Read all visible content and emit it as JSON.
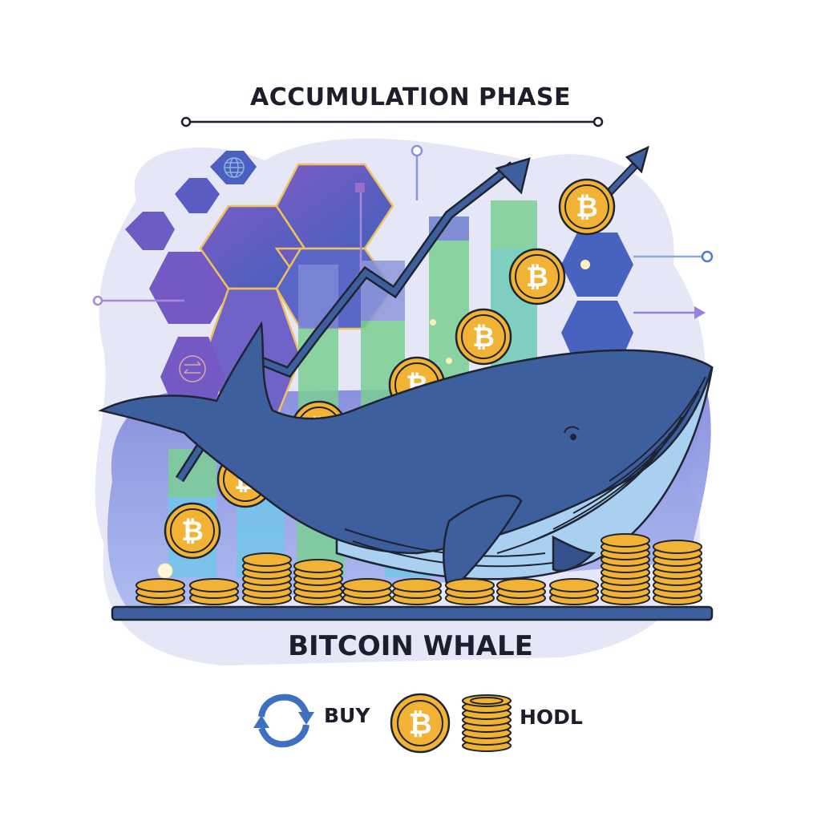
{
  "header": {
    "title": "ACCUMULATION PHASE"
  },
  "illustration": {
    "subject": "whale",
    "elements": [
      "hexagon-network",
      "bar-chart",
      "rising-trend-arrows",
      "bitcoin-coins",
      "coin-stacks",
      "base-shelf"
    ],
    "floating_coin_symbol": "₿",
    "coin_stack_heights": [
      2,
      2,
      5,
      4,
      2,
      2,
      2,
      2,
      2,
      7,
      6
    ]
  },
  "footer": {
    "subtitle": "BITCOIN WHALE"
  },
  "legend": {
    "items": [
      {
        "icon": "cycle-arrows-icon",
        "label": "BUY"
      },
      {
        "icon": "bitcoin-coin-icon",
        "label": "₿"
      },
      {
        "icon": "coin-stack-icon",
        "label": "HODL"
      }
    ]
  },
  "colors": {
    "background": "#ffffff",
    "blob": "#e6e7f6",
    "hex_purple": "#7a5cc4",
    "hex_blue": "#4f63c0",
    "whale_body": "#3e5f9e",
    "whale_belly": "#a9d0f0",
    "coin_gold": "#f2b233",
    "coin_outline": "#1f2433",
    "bar_green": "#7ccf95",
    "bar_cyan": "#73c6e8",
    "accent_line": "#f0c060",
    "text_dark": "#1d1d2b",
    "legend_blue": "#3f6fbf"
  }
}
